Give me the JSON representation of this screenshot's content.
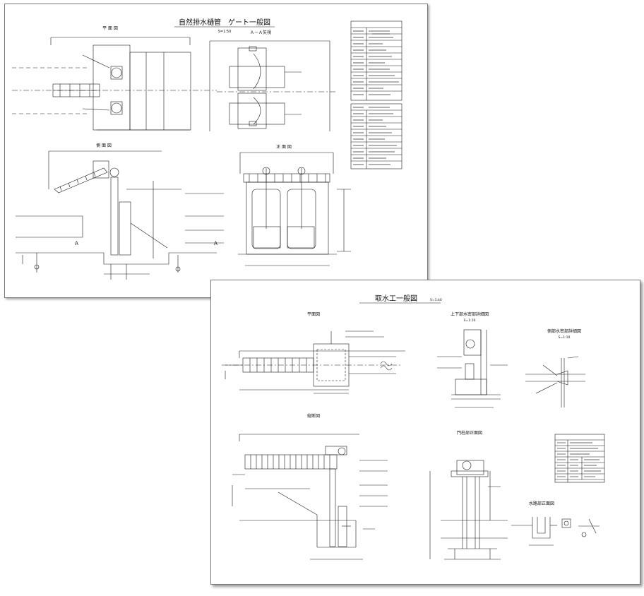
{
  "sheet_a": {
    "title": "自然排水樋管　ゲート一般図",
    "scale": "S=1:50",
    "views": {
      "plan": "平 面 図",
      "section_aa": "Ａ－Ａ矢視",
      "side": "側 面 図",
      "front": "正 面 図"
    },
    "section_marks": [
      "Ａ",
      "Ａ"
    ]
  },
  "sheet_b": {
    "title": "取水工一般図",
    "scale": "S=1:40",
    "views": {
      "plan": "平面図",
      "section": "縦断図",
      "seal_top_bottom": "上下部水密部詳細図",
      "seal_top_bottom_scale": "S=1:10",
      "seal_side": "側部水密部詳細図",
      "seal_side_scale": "S=1:10",
      "gate_frame_front": "門柱部正面図",
      "channel_front": "水路部正面図"
    }
  },
  "colors": {
    "line": "#1a1a1a",
    "paper": "#ffffff",
    "border": "#7a7a7a"
  }
}
